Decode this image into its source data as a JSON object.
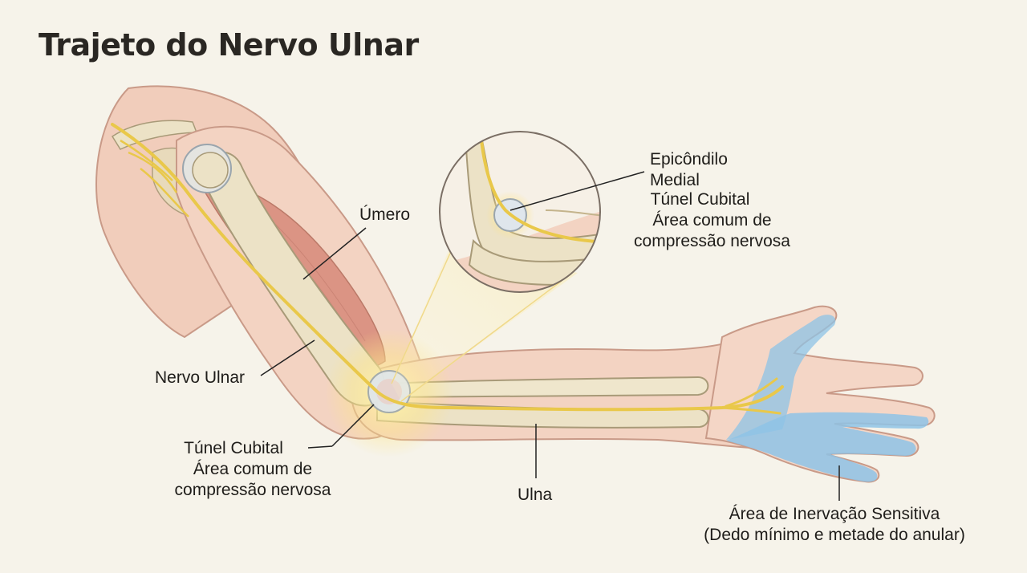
{
  "title": "Trajeto do Nervo Ulnar",
  "labels": {
    "umero": "Úmero",
    "nervo_ulnar": "Nervo Ulnar",
    "tunel_main_title": "Túnel Cubital",
    "tunel_main_l1": "Área comum de",
    "tunel_main_l2": "compressão nervosa",
    "ulna": "Ulna",
    "inset_epi_l1": "Epicôndilo",
    "inset_epi_l2": "Medial",
    "inset_tunel_title": "Túnel Cubital",
    "inset_tunel_l1": "Área comum de",
    "inset_tunel_l2": "compressão nervosa",
    "sensory_title": "Área de Inervação Sensitiva",
    "sensory_sub": "(Dedo mínimo e metade do anular)"
  },
  "colors": {
    "background": "#f6f3ea",
    "skin": "#f3d3c2",
    "skin_outline": "#c99a88",
    "bone": "#ece2c6",
    "bone_outline": "#a89a78",
    "muscle": "#d98e7e",
    "nerve": "#e9c84a",
    "sensory_area": "#8ec3e6",
    "glow": "#fff0a8"
  }
}
